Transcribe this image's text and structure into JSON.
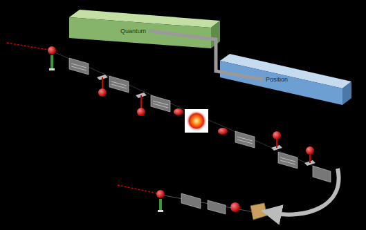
{
  "diagram": {
    "nodes": [
      {
        "text": [
          "Quantum"
        ]
      },
      {
        "text": [
          "Position"
        ]
      }
    ],
    "edges": [
      {
        "from": 0,
        "to": 1,
        "arrow": "none"
      }
    ]
  }
}
